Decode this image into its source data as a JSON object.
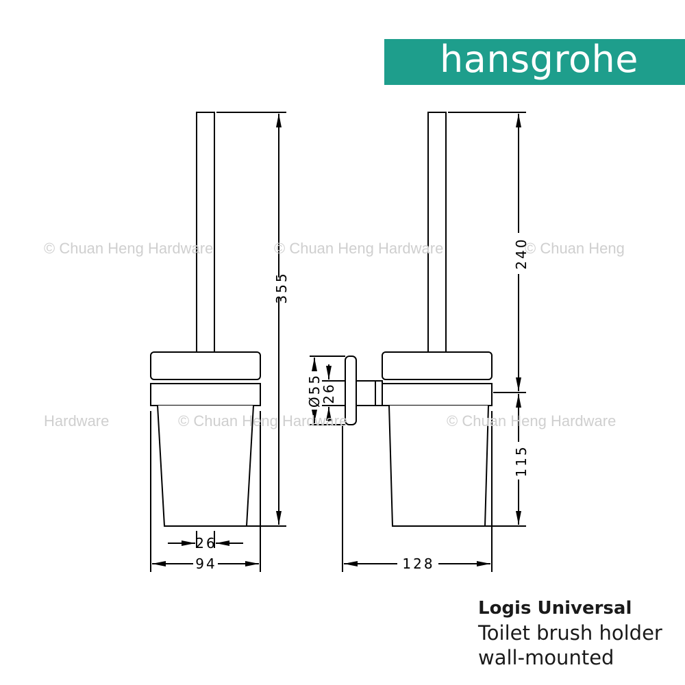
{
  "brand": {
    "name": "hansgrohe",
    "color": "#1e9e8c"
  },
  "watermarks": [
    "© Chuan Heng Hardware",
    "© Chuan Heng Hardware",
    "© Chuan Heng",
    "Hardware",
    "© Chuan Heng Hardware",
    "© Chuan Heng Hardware"
  ],
  "dimensions": {
    "total_height": "355",
    "base_width": "94",
    "brush_diameter": "26",
    "upper_height": "240",
    "lower_height": "115",
    "projection": "128",
    "mount_diameter": "Ø55",
    "mount_height": "26"
  },
  "product": {
    "name": "Logis Universal",
    "type": "Toilet brush holder",
    "mounting": "wall-mounted"
  }
}
